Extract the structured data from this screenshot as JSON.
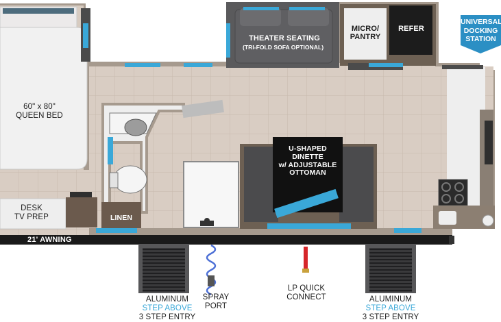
{
  "labels": {
    "queen_bed": [
      "60\" x 80\"",
      "QUEEN BED"
    ],
    "theater_title": "THEATER SEATING",
    "theater_sub": "(TRI-FOLD SOFA OPTIONAL)",
    "micro": [
      "MICRO/",
      "PANTRY"
    ],
    "refer": "REFER",
    "docking": [
      "UNIVERSAL",
      "DOCKING",
      "STATION"
    ],
    "dinette": [
      "U-SHAPED",
      "DINETTE",
      "w/ ADJUSTABLE",
      "OTTOMAN"
    ],
    "desk": [
      "DESK",
      "TV PREP"
    ],
    "linen": "LINEN",
    "awning": "21' AWNING",
    "step_left": {
      "line1": "ALUMINUM",
      "line2": "STEP ABOVE",
      "line3": "3 STEP ENTRY"
    },
    "step_right": {
      "line1": "ALUMINUM",
      "line2": "STEP ABOVE",
      "line3": "3 STEP ENTRY"
    },
    "spray": [
      "SPRAY",
      "PORT"
    ],
    "lp": [
      "LP QUICK",
      "CONNECT"
    ]
  },
  "colors": {
    "tile": "#d8ccc1",
    "wall": "#a89c8f",
    "dark_panel": "#2d2d2f",
    "accent_blue": "#3aa8d8",
    "docking_blue": "#2b8fc4"
  }
}
